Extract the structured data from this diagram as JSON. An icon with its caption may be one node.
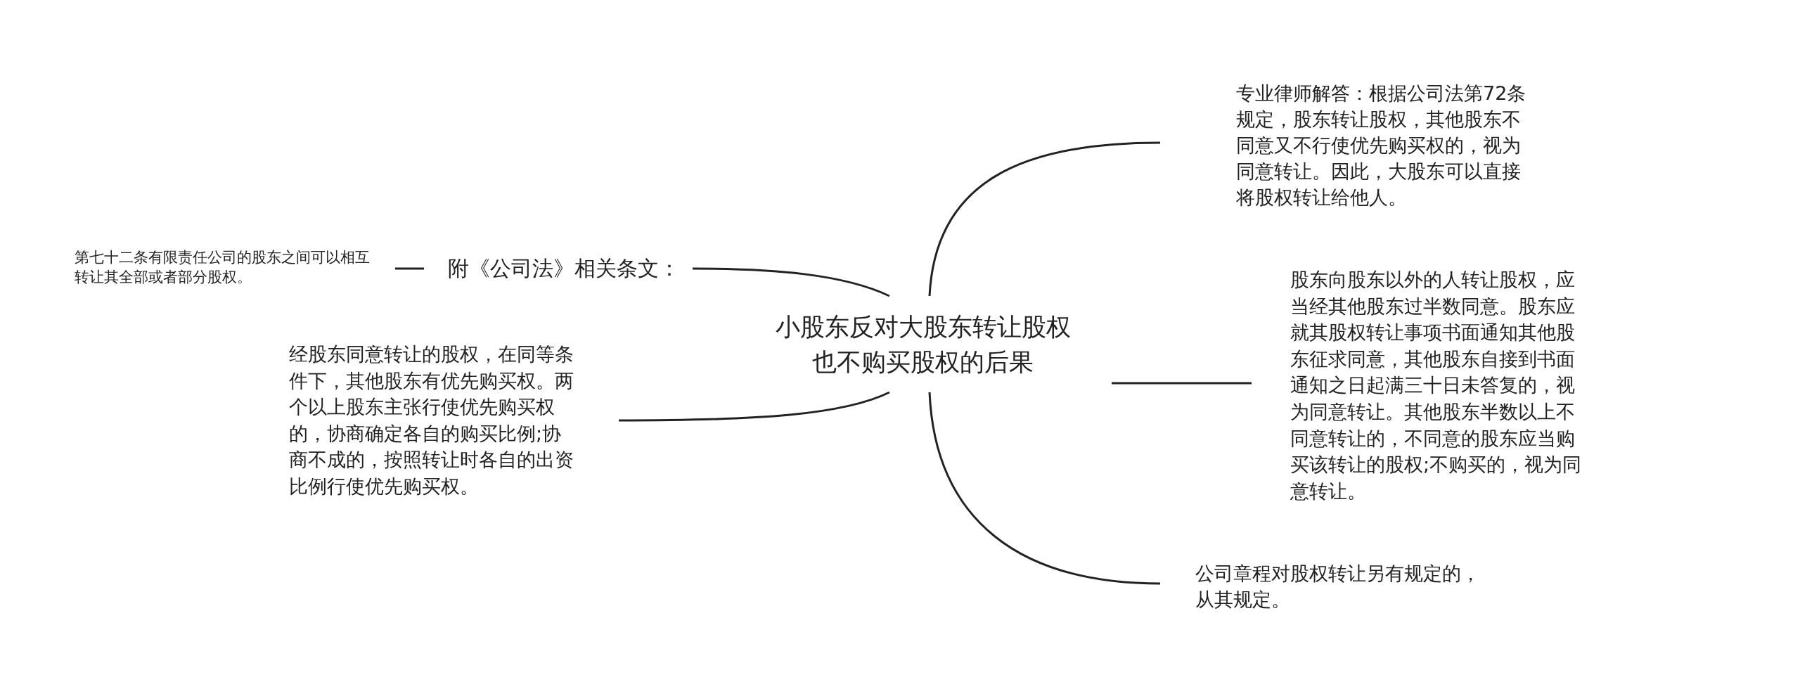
{
  "diagram": {
    "nodes": [
      {
        "text": [
          "小股东反对大股东转让股权也不购买股权的后果"
        ]
      },
      {
        "text": [
          "专业律师解答：根据公司法第72条规定，股东转让股权，其他股东不同意又不行使优先购买权的，视为同意转让。因此，大股东可以直接将股权转让给他人。"
        ]
      },
      {
        "text": [
          "股东向股东以外的人转让股权，应当经其他股东过半数同意。股东应就其股权转让事项书面通知其他股东征求同意，其他股东自接到书面通知之日起满三十日未答复的，视为同意转让。其他股东半数以上不同意转让的，不同意的股东应当购买该转让的股权;不购买的，视为同意转让。"
        ]
      },
      {
        "text": [
          "公司章程对股权转让另有规定的，从其规定。"
        ]
      },
      {
        "text": [
          "附《公司法》相关条文："
        ]
      },
      {
        "text": [
          "第七十二条有限责任公司的股东之间可以相互转让其全部或者部分股权。"
        ]
      },
      {
        "text": [
          "经股东同意转让的股权，在同等条件下，其他股东有优先购买权。两个以上股东主张行使优先购买权的，协商确定各自的购买比例;协商不成的，按照转让时各自的出资比例行使优先购买权。"
        ]
      }
    ],
    "edges": [
      {
        "from": 0,
        "to": 1,
        "arrow": "none"
      },
      {
        "from": 0,
        "to": 2,
        "arrow": "none"
      },
      {
        "from": 0,
        "to": 3,
        "arrow": "none"
      },
      {
        "from": 0,
        "to": 4,
        "arrow": "none"
      },
      {
        "from": 0,
        "to": 6,
        "arrow": "none"
      },
      {
        "from": 4,
        "to": 5,
        "arrow": "none"
      }
    ]
  }
}
